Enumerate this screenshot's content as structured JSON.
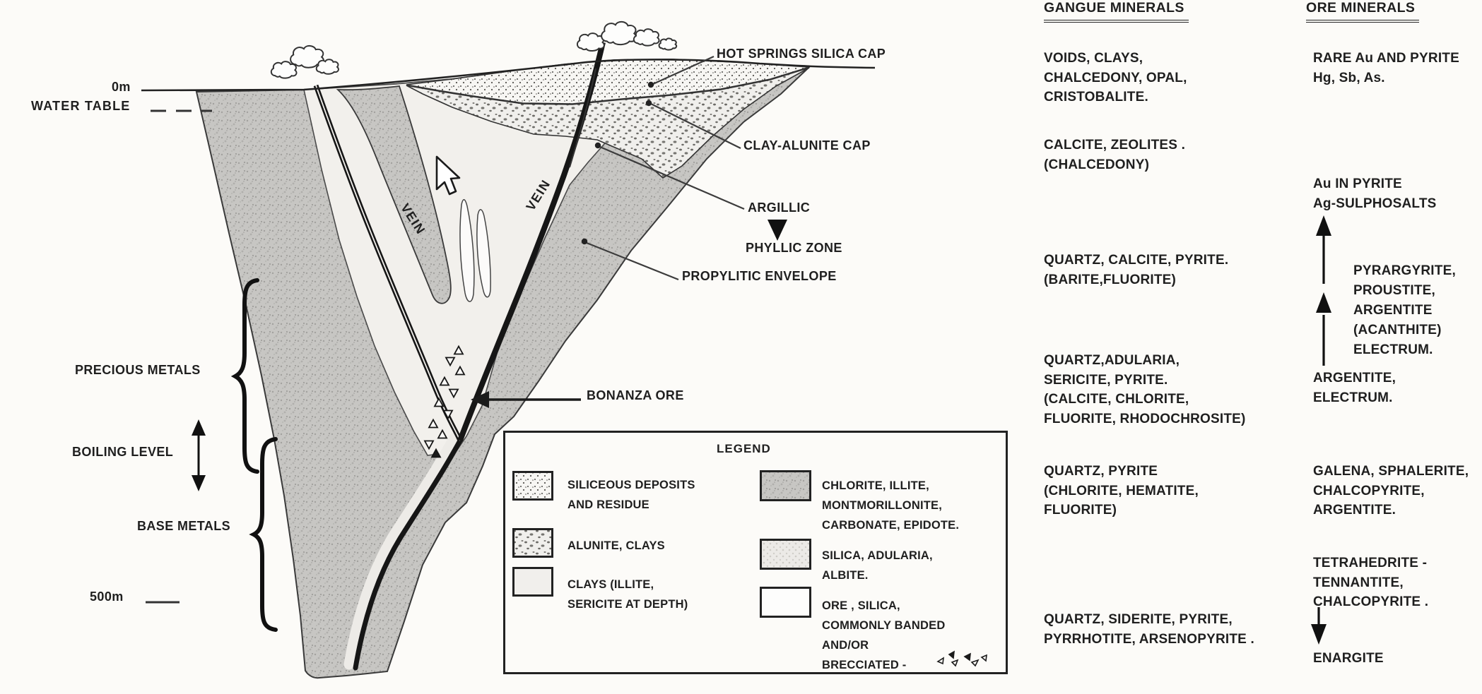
{
  "colors": {
    "paper": "#fcfbf8",
    "ink": "#1f1f1f",
    "gray_zone": "#c7c6c3",
    "pale_zone": "#f2f0ec"
  },
  "scale": {
    "surface": "0m",
    "water_table": "WATER TABLE",
    "depth": "500m"
  },
  "zones_left": {
    "precious_metals": "PRECIOUS METALS",
    "boiling_level": "BOILING LEVEL",
    "base_metals": "BASE METALS"
  },
  "labels": {
    "hot_springs_cap": "HOT SPRINGS SILICA CAP",
    "clay_alunite_cap": "CLAY-ALUNITE CAP",
    "argillic": "ARGILLIC",
    "phyllic_zone": "PHYLLIC ZONE",
    "propylitic_envelope": "PROPYLITIC ENVELOPE",
    "bonanza_ore": "BONANZA ORE",
    "vein_upper": "VEIN",
    "vein_lower": "VEIN"
  },
  "legend": {
    "title": "LEGEND",
    "items": [
      {
        "swatch": "stipple",
        "lines": [
          "SILICEOUS DEPOSITS",
          "AND RESIDUE"
        ]
      },
      {
        "swatch": "speckle",
        "lines": [
          "ALUNITE, CLAYS"
        ]
      },
      {
        "swatch": "pale",
        "lines": [
          "CLAYS (ILLITE,",
          "SERICITE AT DEPTH)"
        ]
      },
      {
        "swatch": "gray",
        "lines": [
          "CHLORITE, ILLITE,",
          "MONTMORILLONITE,",
          "CARBONATE, EPIDOTE."
        ]
      },
      {
        "swatch": "dots",
        "lines": [
          "SILICA, ADULARIA,",
          "ALBITE."
        ]
      },
      {
        "swatch": "white",
        "lines": [
          "ORE , SILICA,",
          "COMMONLY BANDED",
          "AND/OR",
          "BRECCIATED -"
        ]
      }
    ]
  },
  "columns": {
    "gangue": {
      "header": "GANGUE MINERALS",
      "entries": [
        {
          "lines": [
            "VOIDS, CLAYS,",
            "CHALCEDONY, OPAL,",
            "CRISTOBALITE."
          ]
        },
        {
          "lines": [
            "CALCITE, ZEOLITES .",
            "(CHALCEDONY)"
          ]
        },
        {
          "lines": [
            "QUARTZ, CALCITE, PYRITE.",
            "(BARITE,FLUORITE)"
          ]
        },
        {
          "lines": [
            "QUARTZ,ADULARIA,",
            "SERICITE, PYRITE.",
            "(CALCITE, CHLORITE,",
            "FLUORITE, RHODOCHROSITE)"
          ]
        },
        {
          "lines": [
            "QUARTZ, PYRITE",
            "(CHLORITE, HEMATITE,",
            "FLUORITE)"
          ]
        },
        {
          "lines": [
            "QUARTZ, SIDERITE, PYRITE,",
            "PYRRHOTITE, ARSENOPYRITE ."
          ]
        }
      ]
    },
    "ore": {
      "header": "ORE MINERALS",
      "entries": [
        {
          "lines": [
            "RARE Au AND PYRITE",
            "Hg, Sb, As."
          ]
        },
        {
          "lines": [
            "Au IN PYRITE",
            "Ag-SULPHOSALTS"
          ]
        },
        {
          "lines": [
            "PYRARGYRITE,",
            "PROUSTITE,",
            "ARGENTITE",
            "(ACANTHITE)",
            "ELECTRUM."
          ]
        },
        {
          "lines": [
            "ARGENTITE,",
            "ELECTRUM."
          ]
        },
        {
          "lines": [
            "GALENA, SPHALERITE,",
            "CHALCOPYRITE,",
            "ARGENTITE."
          ]
        },
        {
          "lines": [
            "TETRAHEDRITE -",
            "TENNANTITE,",
            "CHALCOPYRITE ."
          ]
        },
        {
          "lines": [
            "ENARGITE"
          ]
        }
      ],
      "flow_arrows": [
        {
          "direction": "up"
        },
        {
          "direction": "up"
        },
        {
          "direction": "down"
        }
      ]
    }
  }
}
